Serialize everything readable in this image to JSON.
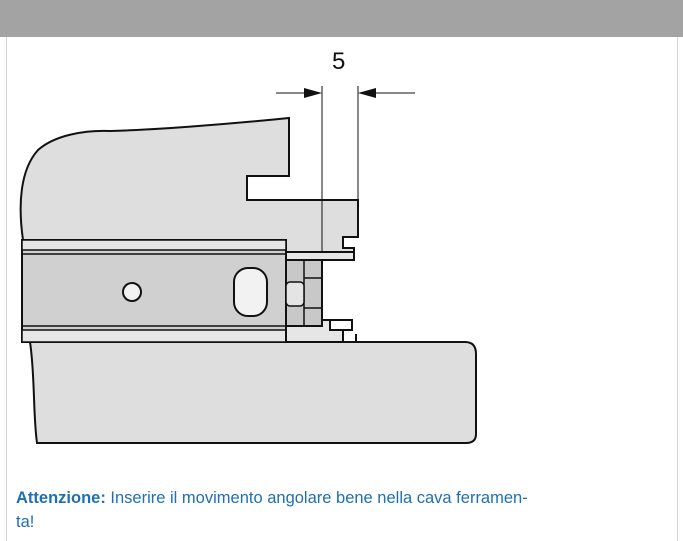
{
  "diagram": {
    "dimension_value": "5"
  },
  "caption": {
    "lead": "Attenzione:",
    "text_line1": " Inserire il movimento angolare bene nella cava ferramen-",
    "text_line2": "ta!"
  },
  "colors": {
    "header_bar": "#a3a3a3",
    "part_fill": "#dedede",
    "profile_fill": "#d0d0d0",
    "caption_text": "#1f6fb2"
  }
}
